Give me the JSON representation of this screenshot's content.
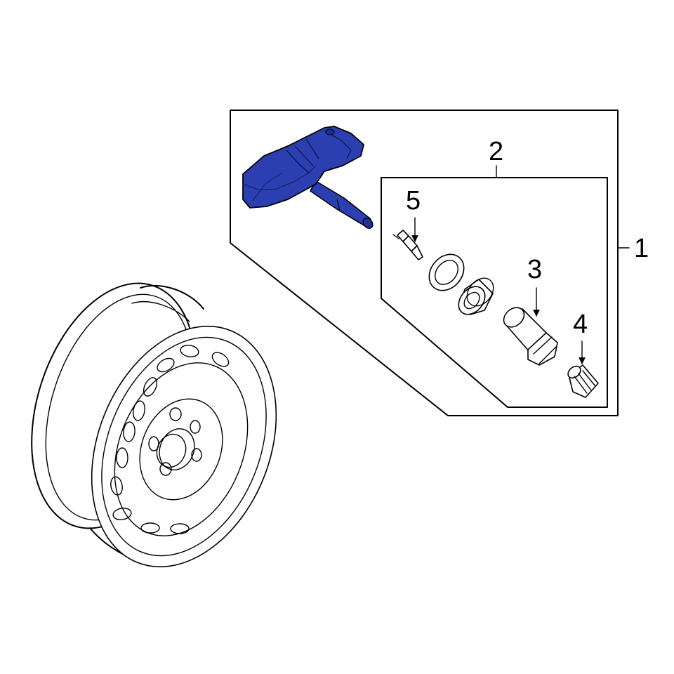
{
  "colors": {
    "highlight": "#2b3fb0",
    "highlight_dark": "#16227a",
    "line": "#000000",
    "background": "#ffffff"
  },
  "callouts": {
    "c1": "1",
    "c2": "2",
    "c3": "3",
    "c4": "4",
    "c5": "5"
  }
}
